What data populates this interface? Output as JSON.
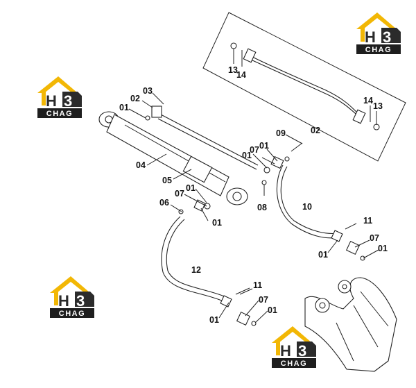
{
  "logo": {
    "mark": "H3",
    "word": "CHAG",
    "colors": {
      "roof": "#f2b705",
      "dark": "#2b2b2b",
      "word_bg": "#1e1e1e",
      "word_fg": "#ffffff"
    }
  },
  "labels": {
    "l01a": "01",
    "l02a": "02",
    "l03": "03",
    "l04": "04",
    "l05": "05",
    "l01b": "01",
    "l07a": "07",
    "l06": "06",
    "l01c": "01",
    "l02b": "02",
    "l13a": "13",
    "l14a": "14",
    "l14b": "14",
    "l13b": "13",
    "l09": "09",
    "l01d": "01",
    "l07b": "07",
    "l01e": "01",
    "l08": "08",
    "l10": "10",
    "l11a": "11",
    "l07c": "07",
    "l01f": "01",
    "l01g": "01",
    "l12": "12",
    "l11b": "11",
    "l07d": "07",
    "l01h": "01",
    "l01i": "01"
  }
}
